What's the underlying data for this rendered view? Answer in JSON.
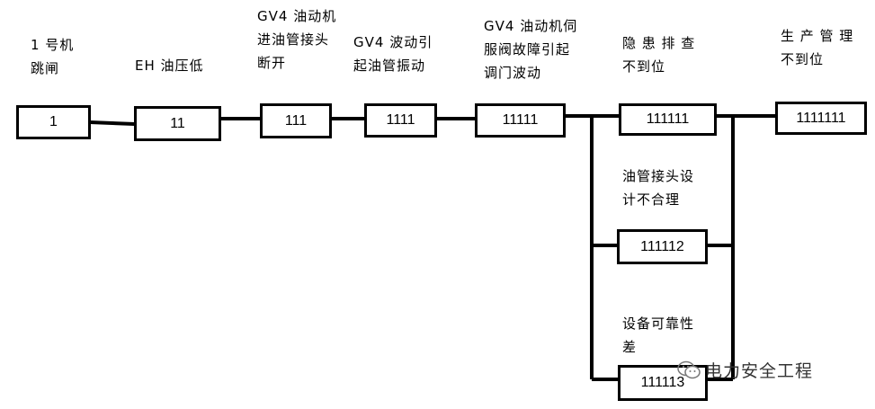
{
  "nodes": {
    "n1": {
      "code": "1",
      "caption": [
        "1  号机",
        "跳闸"
      ]
    },
    "n11": {
      "code": "11",
      "caption": [
        "EH 油压低"
      ]
    },
    "n111": {
      "code": "111",
      "caption": [
        "GV4  油动机",
        "进油管接头",
        "断开"
      ]
    },
    "n1111": {
      "code": "1111",
      "caption": [
        "GV4 波动引",
        "起油管振动"
      ]
    },
    "n11111": {
      "code": "11111",
      "caption": [
        "GV4  油动机伺",
        "服阀故障引起",
        "调门波动"
      ]
    },
    "n111111": {
      "code": "111111",
      "caption": [
        "隐 患 排 查",
        "不到位"
      ]
    },
    "n111112": {
      "code": "111112",
      "caption": [
        "油管接头设",
        "计不合理"
      ]
    },
    "n111113": {
      "code": "111113",
      "caption": [
        "设备可靠性",
        "差"
      ]
    },
    "n1111111": {
      "code": "1111111",
      "caption": [
        "生 产 管 理",
        "不到位"
      ]
    }
  },
  "watermark": {
    "text": "电力安全工程",
    "icon": "wechat-icon"
  }
}
